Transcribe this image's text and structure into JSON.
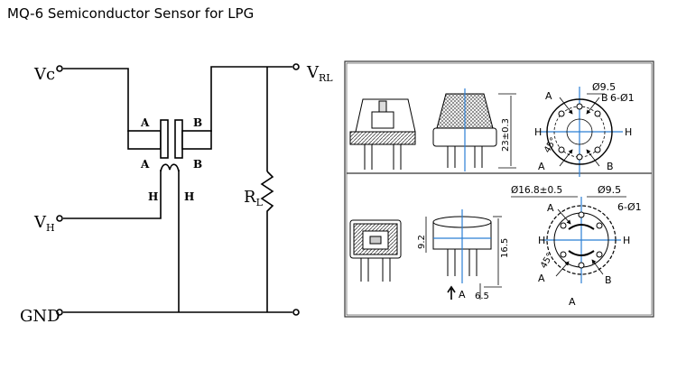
{
  "title": "MQ-6 Semiconductor Sensor for LPG",
  "circuit": {
    "vc": "Vc",
    "vrl": "V",
    "vrl_sub": "RL",
    "vh": "V",
    "vh_sub": "H",
    "gnd": "GND",
    "rl": "R",
    "rl_sub": "L",
    "pin_a_top": "A",
    "pin_b_top": "B",
    "pin_a_bottom": "A",
    "pin_b_bottom": "B",
    "heater_h_left": "H",
    "heater_h_right": "H"
  },
  "drawing_top": {
    "dim_height": "23±0.3",
    "dim_diameter": "Ø9.5",
    "pins": "6-Ø1",
    "angle": "45°",
    "label_a1": "A",
    "label_a2": "A",
    "label_b1": "B",
    "label_b2": "B",
    "label_h1": "H",
    "label_h2": "H"
  },
  "drawing_bottom": {
    "dim_body": "Ø16.8±0.5",
    "dim_diameter": "Ø9.5",
    "pins": "6-Ø1",
    "dim_height": "9.2",
    "dim_mid": "16.5",
    "dim_pin": "6.5",
    "angle": "45°",
    "arrow_label": "A",
    "label_a1": "A",
    "label_a2": "A",
    "label_a3": "A",
    "label_b": "B",
    "label_h1": "H",
    "label_h2": "H"
  }
}
